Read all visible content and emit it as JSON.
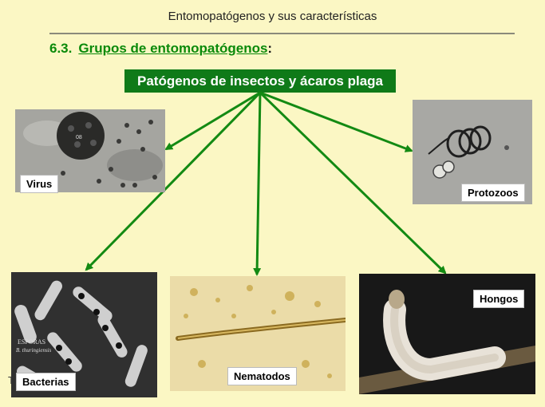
{
  "header": {
    "title": "Entomopatógenos y sus características"
  },
  "section": {
    "number": "6.3.",
    "title": "Grupos de entomopatógenos",
    "colon": ":"
  },
  "root": {
    "label": "Patógenos de insectos y ácaros plaga"
  },
  "nodes": {
    "virus": {
      "label": "Virus",
      "inner_text": "08"
    },
    "protozoos": {
      "label": "Protozoos"
    },
    "bacterias": {
      "label": "Bacterias",
      "caption_line1": "ESPORAS",
      "caption_line2": "B. thuringiensis"
    },
    "nematodos": {
      "label": "Nematodos"
    },
    "hongos": {
      "label": "Hongos"
    }
  },
  "fragment": {
    "text": "T"
  },
  "colors": {
    "background": "#fbf7c4",
    "accent": "#0f7a18",
    "arrow": "#138a13",
    "section": "#0a8a0a"
  }
}
